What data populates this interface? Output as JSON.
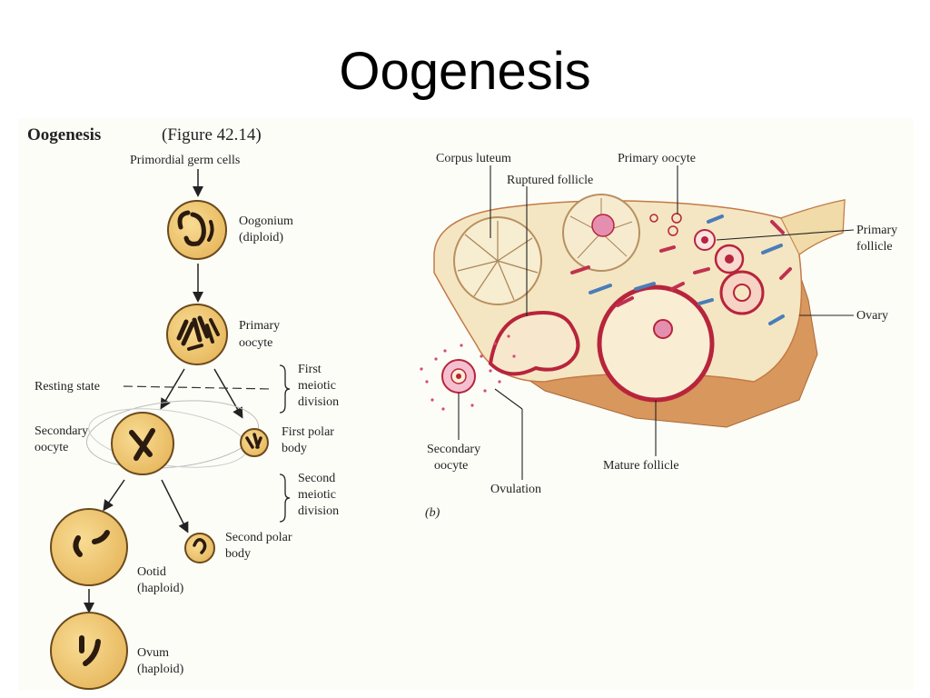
{
  "slide_title": "Oogenesis",
  "left_diagram": {
    "heading": "Oogenesis",
    "figure_ref": "(Figure 42.14)",
    "primordial": "Primordial germ cells",
    "oogonium": [
      "Oogonium",
      "(diploid)"
    ],
    "primary_oocyte": [
      "Primary",
      "oocyte"
    ],
    "resting_state": "Resting state",
    "first_meiotic": [
      "First",
      "meiotic",
      "division"
    ],
    "secondary_oocyte": [
      "Secondary",
      "oocyte"
    ],
    "first_polar": [
      "First polar",
      "body"
    ],
    "second_meiotic": [
      "Second",
      "meiotic",
      "division"
    ],
    "second_polar": [
      "Second polar",
      "body"
    ],
    "ootid": [
      "Ootid",
      "(haploid)"
    ],
    "ovum": [
      "Ovum",
      "(haploid)"
    ]
  },
  "right_diagram": {
    "corpus_luteum": "Corpus luteum",
    "ruptured_follicle": "Ruptured follicle",
    "primary_oocyte": "Primary oocyte",
    "primary_follicle": [
      "Primary",
      "follicle"
    ],
    "ovary": "Ovary",
    "secondary_oocyte": [
      "Secondary",
      "oocyte"
    ],
    "ovulation": "Ovulation",
    "mature_follicle": "Mature follicle",
    "panel_letter": "(b)"
  },
  "colors": {
    "cell_fill": "#f1c971",
    "cell_edge": "#6b4a1c",
    "chromosome": "#2b1a0e",
    "ovary_tissue": "#f4e6c2",
    "ovary_edge": "#c47a46",
    "follicle_red": "#b8243c"
  }
}
